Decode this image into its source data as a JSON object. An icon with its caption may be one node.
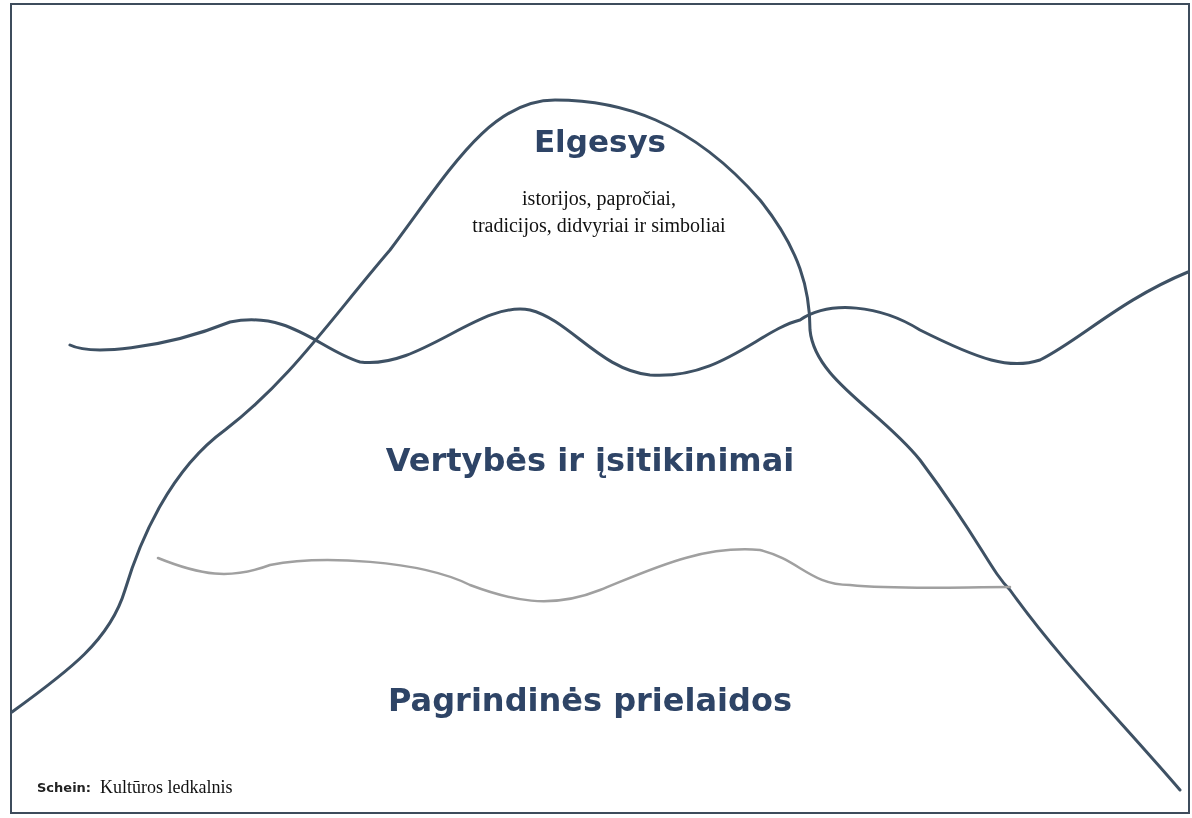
{
  "diagram": {
    "labels": [
      "Elgesys",
      "istorijos, papročiai, tradicijos, didvyriai ir simboliai",
      "Vertybės ir įsitikinimai",
      "Pagrindinės prielaidos",
      "Schein:",
      "Kultūros ledkalnis"
    ]
  }
}
